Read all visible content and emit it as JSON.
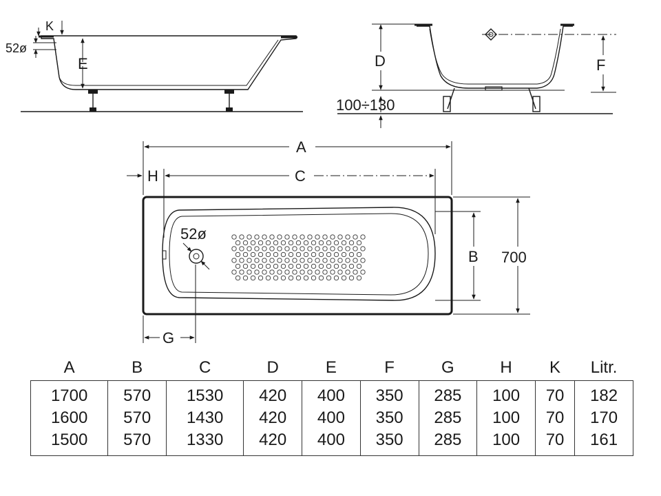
{
  "side_view": {
    "label_k": "K",
    "label_overflow": "52ø",
    "label_e": "E"
  },
  "end_view": {
    "label_d": "D",
    "label_f": "F",
    "label_leg_height": "100÷130"
  },
  "plan_view": {
    "label_a": "A",
    "label_c": "C",
    "label_h": "H",
    "label_b": "B",
    "label_width": "700",
    "label_drain": "52ø",
    "label_g": "G"
  },
  "table": {
    "headers": [
      "A",
      "B",
      "C",
      "D",
      "E",
      "F",
      "G",
      "H",
      "K",
      "Litr."
    ],
    "rows": [
      [
        "1700",
        "570",
        "1530",
        "420",
        "400",
        "350",
        "285",
        "100",
        "70",
        "182"
      ],
      [
        "1600",
        "570",
        "1430",
        "420",
        "400",
        "350",
        "285",
        "100",
        "70",
        "170"
      ],
      [
        "1500",
        "570",
        "1330",
        "420",
        "400",
        "350",
        "285",
        "100",
        "70",
        "161"
      ]
    ]
  }
}
